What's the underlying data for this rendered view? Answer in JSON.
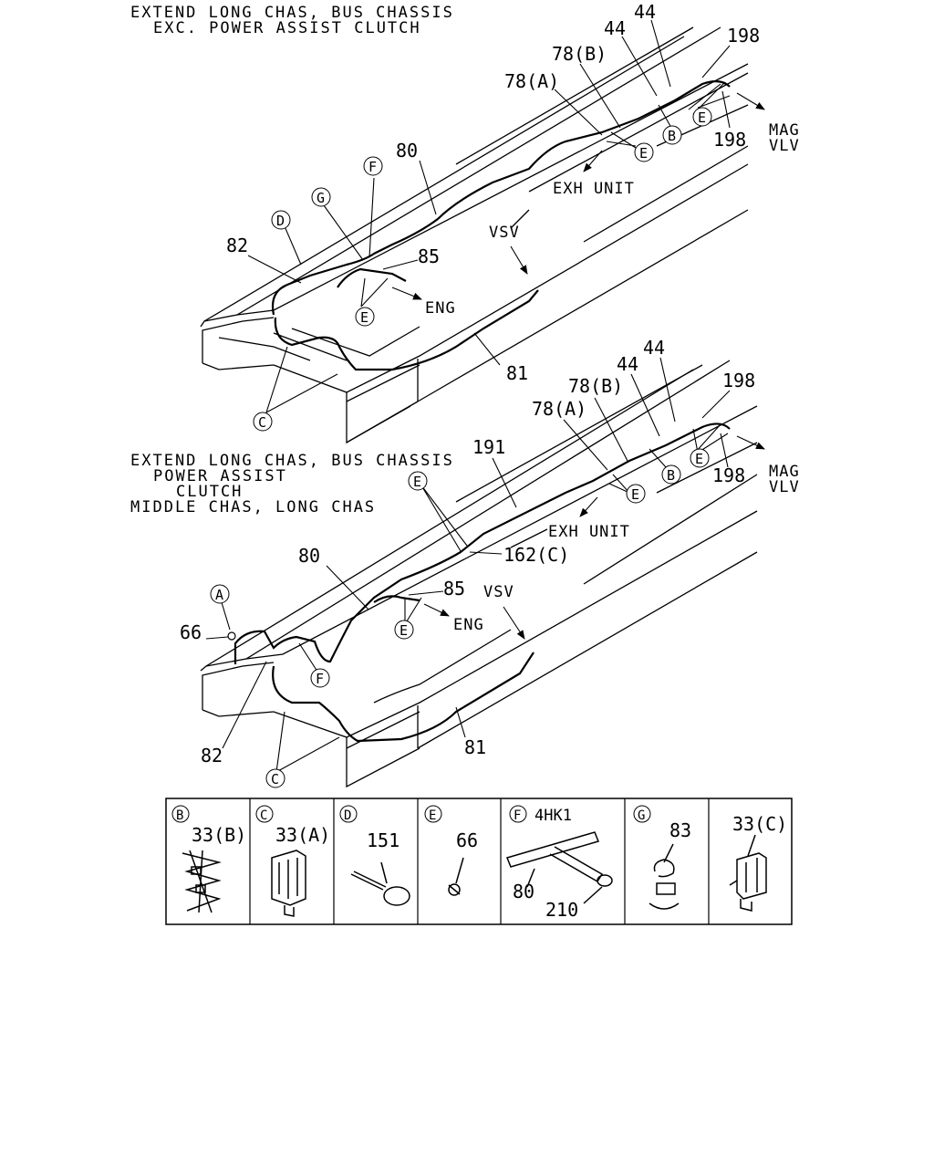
{
  "captions": {
    "top": [
      "EXTEND LONG CHAS, BUS CHASSIS",
      "EXC. POWER ASSIST CLUTCH"
    ],
    "bottom": [
      "EXTEND LONG CHAS, BUS CHASSIS",
      "POWER ASSIST",
      "CLUTCH",
      "MIDDLE CHAS, LONG CHAS"
    ]
  },
  "top_view": {
    "part_numbers": {
      "p44a": "44",
      "p44b": "44",
      "p78b": "78(B)",
      "p78a": "78(A)",
      "p198a": "198",
      "p198b": "198",
      "p80": "80",
      "p82": "82",
      "p85": "85",
      "p81": "81"
    },
    "destinations": {
      "mag": [
        "MAG",
        "VLV"
      ],
      "exh": "EXH UNIT",
      "vsv": "VSV",
      "eng": "ENG"
    },
    "circle_refs": {
      "e1": "E",
      "e2": "E",
      "e3": "E",
      "b": "B",
      "f": "F",
      "g": "G",
      "d": "D",
      "c": "C"
    }
  },
  "bottom_view": {
    "part_numbers": {
      "p44a": "44",
      "p44b": "44",
      "p78b": "78(B)",
      "p78a": "78(A)",
      "p198a": "198",
      "p198b": "198",
      "p191": "191",
      "p162c": "162(C)",
      "p80": "80",
      "p85": "85",
      "p66": "66",
      "p82": "82",
      "p81": "81"
    },
    "destinations": {
      "mag": [
        "MAG",
        "VLV"
      ],
      "exh": "EXH UNIT",
      "vsv": "VSV",
      "eng": "ENG"
    },
    "circle_refs": {
      "e1": "E",
      "e2": "E",
      "e3": "E",
      "e4": "E",
      "b": "B",
      "a": "A",
      "f": "F",
      "c": "C"
    }
  },
  "legend": [
    {
      "ref": "B",
      "parts": [
        "33(B)"
      ]
    },
    {
      "ref": "C",
      "parts": [
        "33(A)"
      ]
    },
    {
      "ref": "D",
      "parts": [
        "151"
      ]
    },
    {
      "ref": "E",
      "parts": [
        "66"
      ]
    },
    {
      "ref": "F",
      "note": "4HK1",
      "parts": [
        "80",
        "210"
      ]
    },
    {
      "ref": "G",
      "parts": [
        "83"
      ]
    },
    {
      "ref": "",
      "parts": [
        "33(C)"
      ]
    }
  ]
}
